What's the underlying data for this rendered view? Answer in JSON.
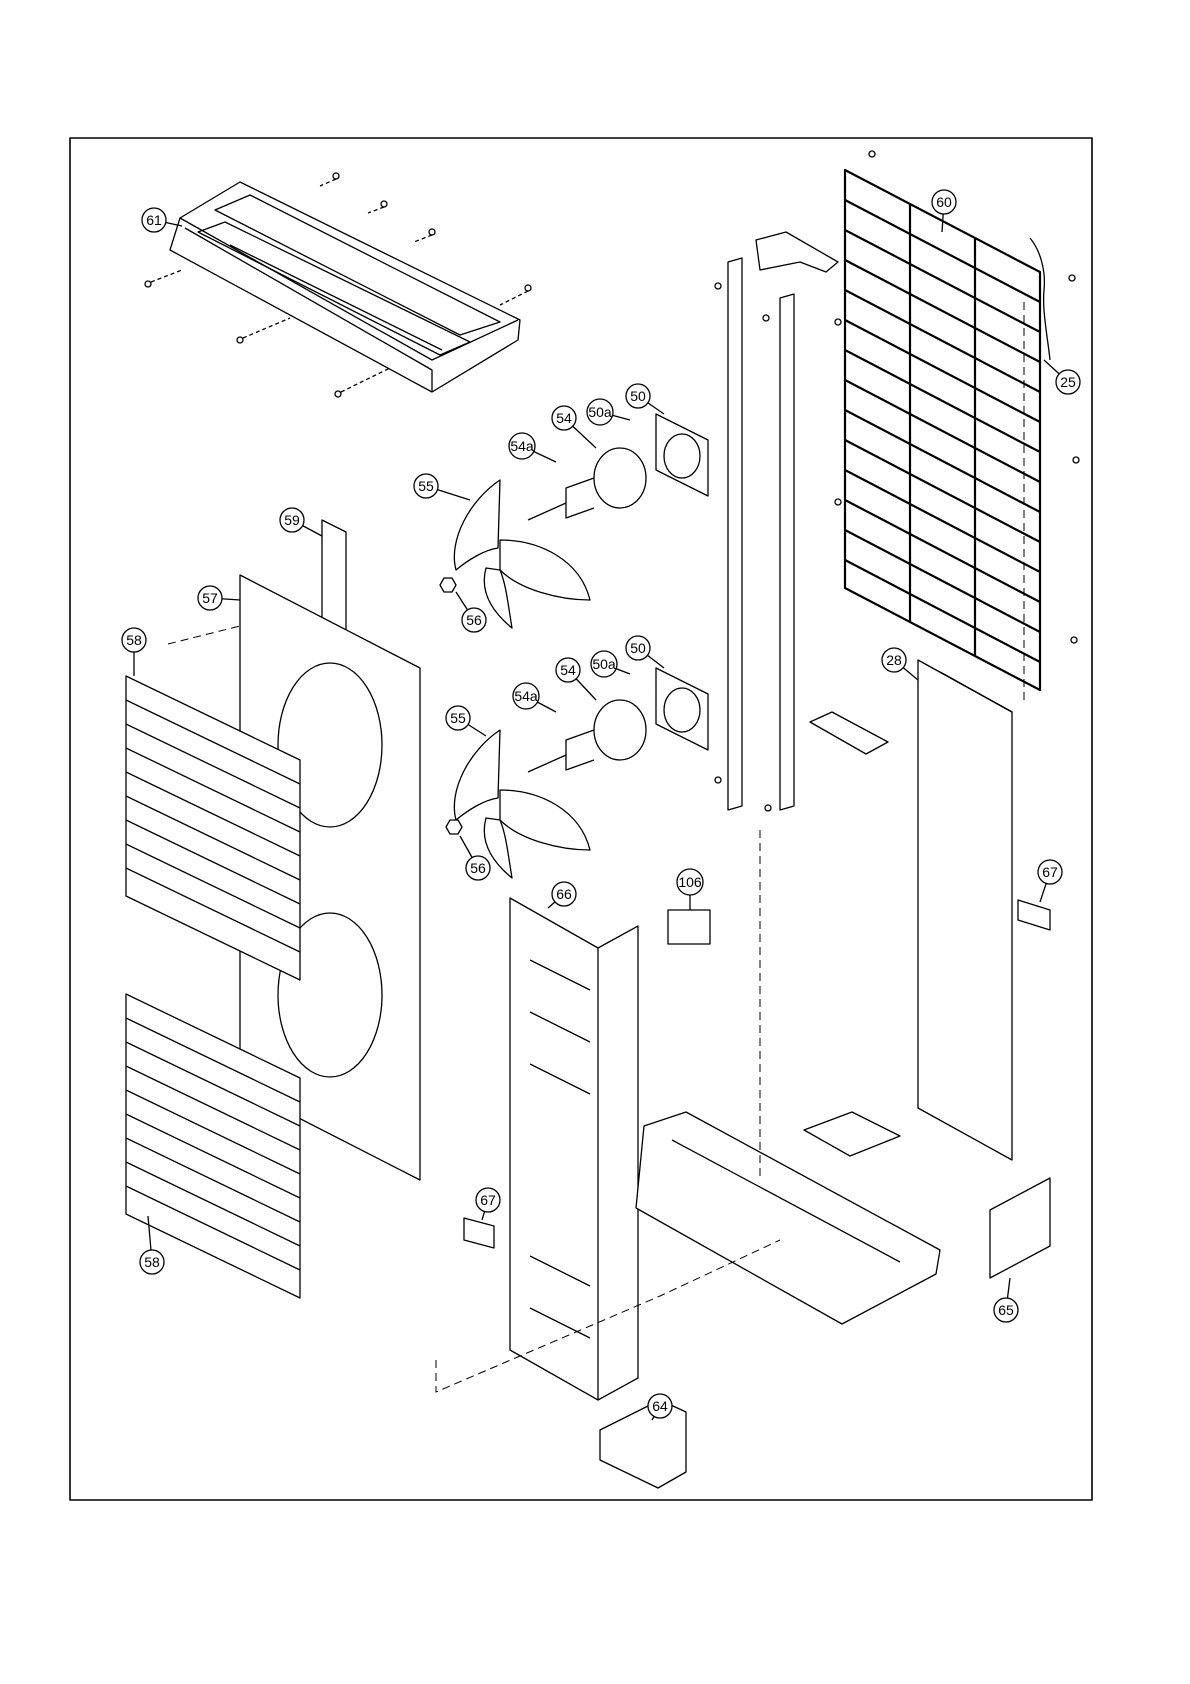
{
  "figure": {
    "type": "exploded parts diagram",
    "callouts": [
      {
        "id": "c61a",
        "label": "61"
      },
      {
        "id": "c60",
        "label": "60"
      },
      {
        "id": "c25",
        "label": "25"
      },
      {
        "id": "c50a",
        "label": "50"
      },
      {
        "id": "c50aa",
        "label": "50a"
      },
      {
        "id": "c54a",
        "label": "54"
      },
      {
        "id": "c54aa",
        "label": "54a"
      },
      {
        "id": "c55a",
        "label": "55"
      },
      {
        "id": "c56a",
        "label": "56"
      },
      {
        "id": "c59",
        "label": "59"
      },
      {
        "id": "c57",
        "label": "57"
      },
      {
        "id": "c58a",
        "label": "58"
      },
      {
        "id": "c50b",
        "label": "50"
      },
      {
        "id": "c50ab",
        "label": "50a"
      },
      {
        "id": "c54b",
        "label": "54"
      },
      {
        "id": "c54ab",
        "label": "54a"
      },
      {
        "id": "c55b",
        "label": "55"
      },
      {
        "id": "c56b",
        "label": "56"
      },
      {
        "id": "c28",
        "label": "28"
      },
      {
        "id": "c67a",
        "label": "67"
      },
      {
        "id": "c106",
        "label": "106"
      },
      {
        "id": "c66",
        "label": "66"
      },
      {
        "id": "c67b",
        "label": "67"
      },
      {
        "id": "c58b",
        "label": "58"
      },
      {
        "id": "c65",
        "label": "65"
      },
      {
        "id": "c64",
        "label": "64"
      }
    ]
  }
}
